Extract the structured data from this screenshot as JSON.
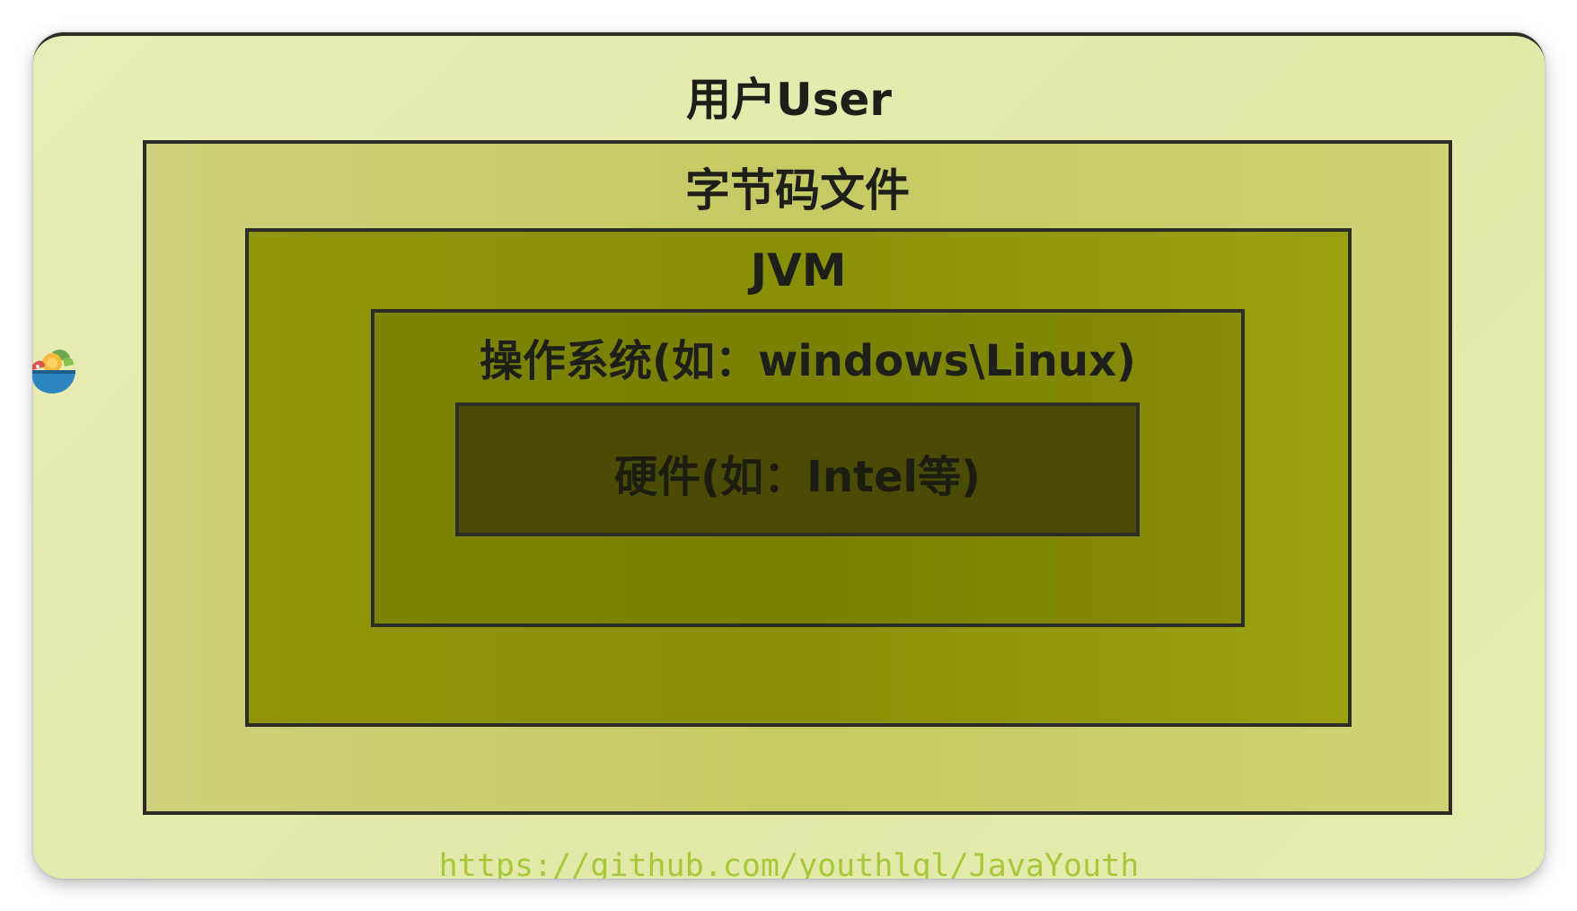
{
  "layers": {
    "user": "用户User",
    "bytecode": "字节码文件",
    "jvm": "JVM",
    "os": "操作系统(如：windows\\Linux)",
    "hardware": "硬件(如：Intel等)"
  },
  "watermark": {
    "url": "https://github.com/youthlql/JavaYouth"
  },
  "logo": {
    "icon": "fruit-bowl-icon"
  },
  "colors": {
    "user_bg": "#e4e9aa",
    "bytecode_bg": "#c8cc68",
    "jvm_bg": "#8e9406",
    "os_bg": "#7c8204",
    "hardware_bg": "#4c4b05",
    "url_text": "#a8c83a"
  }
}
